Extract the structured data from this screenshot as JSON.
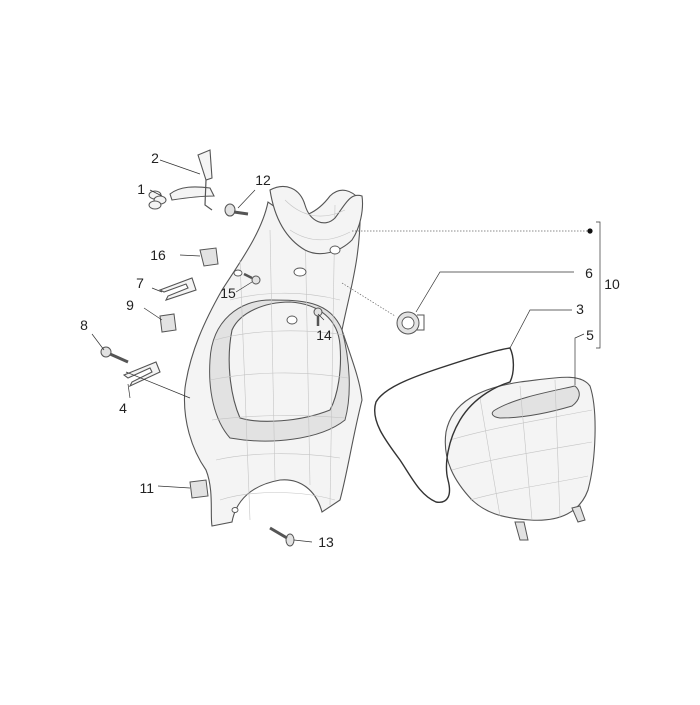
{
  "diagram": {
    "callouts": {
      "c1": "1",
      "c2": "2",
      "c3": "3",
      "c4": "4",
      "c5": "5",
      "c6": "6",
      "c7": "7",
      "c8": "8",
      "c9": "9",
      "c10": "10",
      "c11": "11",
      "c12": "12",
      "c13": "13",
      "c14": "14",
      "c15": "15",
      "c16": "16"
    },
    "colors": {
      "line": "#555555",
      "fill": "#f4f4f4",
      "text": "#222222"
    }
  }
}
